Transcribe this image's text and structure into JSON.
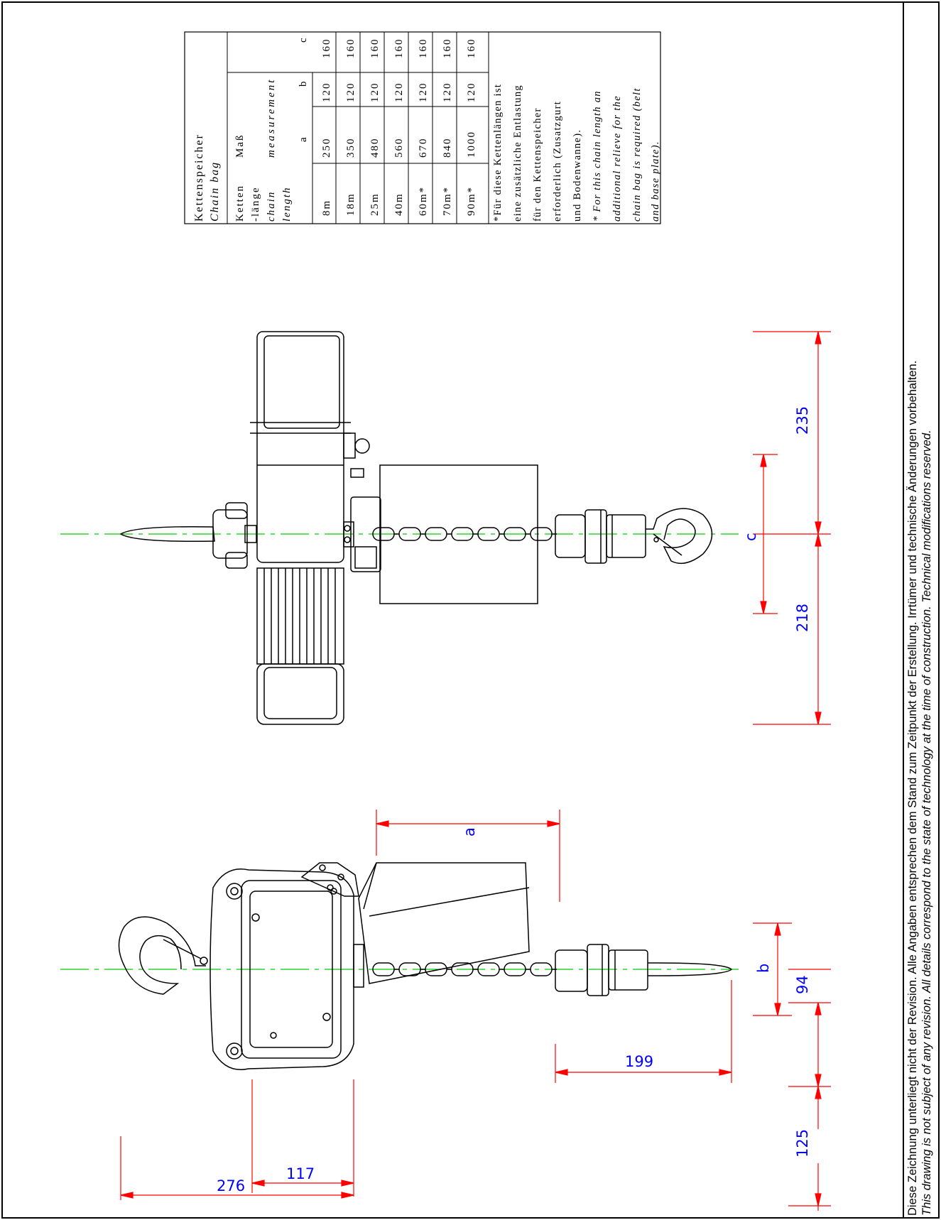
{
  "table": {
    "title_de": "Kettenspeicher",
    "title_en": "Chain bag",
    "col_length_de_1": "Ketten",
    "col_length_de_2": "-länge",
    "col_length_en_1": "chain",
    "col_length_en_2": "length",
    "col_measure_de": "Maß",
    "col_measure_en": "measurement",
    "sub_a": "a",
    "sub_b": "b",
    "sub_c": "c",
    "rows": [
      {
        "length": "8m",
        "a": "250",
        "b": "120",
        "c": "160"
      },
      {
        "length": "18m",
        "a": "350",
        "b": "120",
        "c": "160"
      },
      {
        "length": "25m",
        "a": "480",
        "b": "120",
        "c": "160"
      },
      {
        "length": "40m",
        "a": "560",
        "b": "120",
        "c": "160"
      },
      {
        "length": "60m*",
        "a": "670",
        "b": "120",
        "c": "160"
      },
      {
        "length": "70m*",
        "a": "840",
        "b": "120",
        "c": "160"
      },
      {
        "length": "90m*",
        "a": "1000",
        "b": "120",
        "c": "160"
      }
    ],
    "note_de": [
      "*Für diese Kettenlängen ist",
      "eine zusätzliche Entlastung",
      "für den Kettenspeicher",
      "erforderlich (Zusatzgurt",
      "und Bodenwanne)."
    ],
    "note_en": [
      "* For this chain length an",
      "additional relieve for the",
      "chain bag is required (belt",
      "and base plate)."
    ]
  },
  "dims": {
    "a": "a",
    "b": "b",
    "c": "c",
    "d94": "94",
    "d117": "117",
    "d125": "125",
    "d199": "199",
    "d218": "218",
    "d235": "235",
    "d276": "276"
  },
  "footer": {
    "de": "Diese Zeichnung unterliegt nicht der Revision. Alle Angaben entsprechen dem Stand zum Zeitpunkt der Erstellung. Irrtümer und technische Änderungen vorbehalten.",
    "en": "This drawing is not subject of any revision. All details correspond to the state of technology at the time of construction. Technical modifications reserved."
  },
  "colors": {
    "line": "#000000",
    "dimension": "#ff0000",
    "dim_text": "#0000ff",
    "centerline": "#00cc00"
  }
}
